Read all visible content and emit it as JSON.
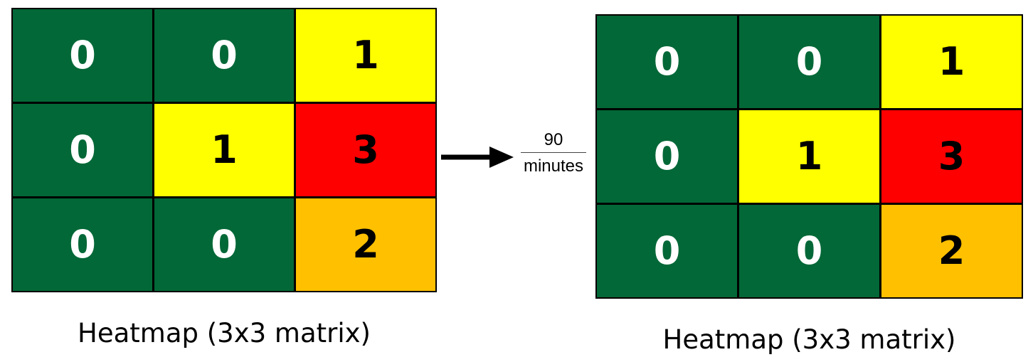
{
  "colors": {
    "green": "#036837",
    "yellow": "#ffff00",
    "red": "#ff0000",
    "orange": "#ffc000",
    "grid_line": "#000000"
  },
  "heatmap_left": {
    "caption": "Heatmap (3x3 matrix)",
    "cells": [
      [
        {
          "value": "0",
          "fill": "#036837",
          "text": "#ffffff"
        },
        {
          "value": "0",
          "fill": "#036837",
          "text": "#ffffff"
        },
        {
          "value": "1",
          "fill": "#ffff00",
          "text": "#000000"
        }
      ],
      [
        {
          "value": "0",
          "fill": "#036837",
          "text": "#ffffff"
        },
        {
          "value": "1",
          "fill": "#ffff00",
          "text": "#000000"
        },
        {
          "value": "3",
          "fill": "#ff0000",
          "text": "#000000"
        }
      ],
      [
        {
          "value": "0",
          "fill": "#036837",
          "text": "#ffffff"
        },
        {
          "value": "0",
          "fill": "#036837",
          "text": "#ffffff"
        },
        {
          "value": "2",
          "fill": "#ffc000",
          "text": "#000000"
        }
      ]
    ]
  },
  "arrow": {
    "label_top": "90",
    "label_bottom": "minutes",
    "icon": "arrow-right-icon"
  },
  "heatmap_right": {
    "caption": "Heatmap (3x3 matrix)",
    "cells": [
      [
        {
          "value": "0",
          "fill": "#036837",
          "text": "#ffffff"
        },
        {
          "value": "0",
          "fill": "#036837",
          "text": "#ffffff"
        },
        {
          "value": "1",
          "fill": "#ffff00",
          "text": "#000000"
        }
      ],
      [
        {
          "value": "0",
          "fill": "#036837",
          "text": "#ffffff"
        },
        {
          "value": "1",
          "fill": "#ffff00",
          "text": "#000000"
        },
        {
          "value": "3",
          "fill": "#ff0000",
          "text": "#000000"
        }
      ],
      [
        {
          "value": "0",
          "fill": "#036837",
          "text": "#ffffff"
        },
        {
          "value": "0",
          "fill": "#036837",
          "text": "#ffffff"
        },
        {
          "value": "2",
          "fill": "#ffc000",
          "text": "#000000"
        }
      ]
    ]
  }
}
